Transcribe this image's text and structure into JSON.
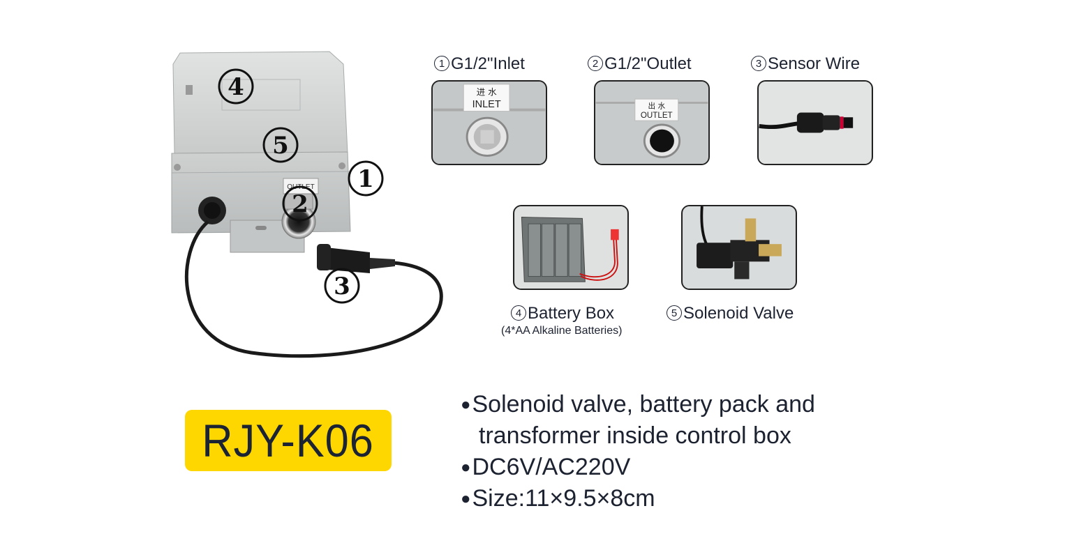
{
  "main_product": {
    "callouts": [
      "4",
      "5",
      "1",
      "2",
      "3"
    ],
    "outlet_label": "OUTLET"
  },
  "thumbnails": [
    {
      "num": "1",
      "caption": "G1/2\"Inlet",
      "label_cn": "进 水",
      "label_en": "INLET"
    },
    {
      "num": "2",
      "caption": "G1/2\"Outlet",
      "label_cn": "出 水",
      "label_en": "OUTLET"
    },
    {
      "num": "3",
      "caption": "Sensor Wire"
    },
    {
      "num": "4",
      "caption": "Battery Box",
      "sub_caption": "(4*AA Alkaline Batteries)"
    },
    {
      "num": "5",
      "caption": "Solenoid Valve"
    }
  ],
  "model": "RJY-K06",
  "features": [
    {
      "bullet": "●",
      "line1": "Solenoid valve, battery pack and",
      "line2": "transformer inside control box"
    },
    {
      "bullet": "●",
      "line1": "DC6V/AC220V"
    },
    {
      "bullet": "●",
      "line1": "Size:11×9.5×8cm"
    }
  ],
  "colors": {
    "badge": "#ffd700",
    "text": "#1c2230",
    "housing": "#d4d6d6"
  }
}
